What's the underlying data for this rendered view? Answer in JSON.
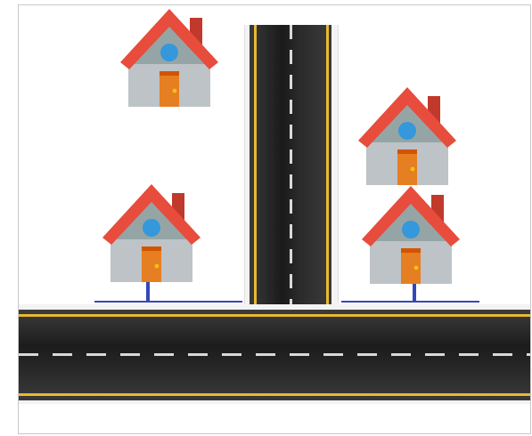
{
  "scene": {
    "colors": {
      "roof": "#e74c3c",
      "chimney": "#c0392b",
      "wall": "#bdc3c7",
      "wall_shade": "#95a5a6",
      "window": "#3498db",
      "door": "#e67e22",
      "asphalt": "#222222",
      "lane_edge": "#e9b92f",
      "lane_dash": "#d9d9d9",
      "sidewalk": "#3348b8"
    },
    "houses": [
      {
        "name": "house-top-left",
        "icon": "house-icon"
      },
      {
        "name": "house-middle-left",
        "icon": "house-icon"
      },
      {
        "name": "house-top-right",
        "icon": "house-icon"
      },
      {
        "name": "house-middle-right",
        "icon": "house-icon"
      }
    ],
    "roads": [
      {
        "name": "vertical-road",
        "orientation": "vertical"
      },
      {
        "name": "horizontal-road",
        "orientation": "horizontal"
      }
    ]
  }
}
